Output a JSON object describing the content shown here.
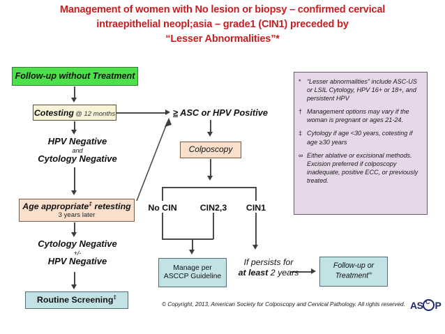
{
  "title": {
    "line1": "Management of women with No lesion or biopsy – confirmed cervical",
    "line2": "intraepithelial neopl;asia – grade1 (CIN1) preceded by",
    "line3": "“Lesser Abnormalities”*"
  },
  "flow": {
    "followup": "Follow-up without Treatment",
    "cotesting_main": "Cotesting",
    "cotesting_sub": "@ 12 months",
    "hpv_negative": "HPV Negative",
    "and": "and",
    "cytology_negative": "Cytology Negative",
    "age_main_pre": "Age appropriate",
    "age_main_mark": "‡",
    "age_main_post": " retesting",
    "age_sub": "3 years later",
    "cytology_negative2": "Cytology Negative",
    "plus_minus": "+/-",
    "hpv_negative2": "HPV Negative",
    "routine_screening": "Routine Screening",
    "routine_mark": "‡",
    "asc_ge": "≥",
    "asc_text": " ASC or HPV Positive",
    "colposcopy": "Colposcopy",
    "branch_no_cin": "No CIN",
    "branch_cin23": "CIN2,3",
    "branch_cin1": "CIN1",
    "manage_line1": "Manage per",
    "manage_line2": "ASCCP Guideline",
    "persists_line1": "If persists for",
    "persists_bold": "at least",
    "persists_rest": " 2 years",
    "followtreat_line1": "Follow-up or",
    "followtreat_line2": "Treatment",
    "followtreat_mark": "∞"
  },
  "footnotes": [
    {
      "marker": "*",
      "text": "“Lesser abnormalities” include ASC-US or LSIL Cytology, HPV 16+ or 18+, and persistent HPV"
    },
    {
      "marker": "†",
      "text": "Management options may vary if the woman is pregnant or ages 21-24."
    },
    {
      "marker": "‡",
      "text": "Cytology if age <30 years, cotesting if age ≥30 years"
    },
    {
      "marker": "∞",
      "text": "Either ablative or excisional methods. Excision preferred if colposcopy inadequate, positive ECC, or previously treated."
    }
  ],
  "footer": {
    "copyright": "© Copyright, 2013, American Society for Colposcopy and Cervical Pathology. All rights reserved.",
    "logo_left": "AS",
    "logo_right": "P"
  },
  "colors": {
    "title_red": "#c81e20",
    "green_box": "#4ee04a",
    "cream_box": "#f7f3d8",
    "peach_box": "#fae0cc",
    "blue_box": "#c3e2e6",
    "notes_panel": "#e6d7e9",
    "logo_navy": "#1c2a6b"
  }
}
